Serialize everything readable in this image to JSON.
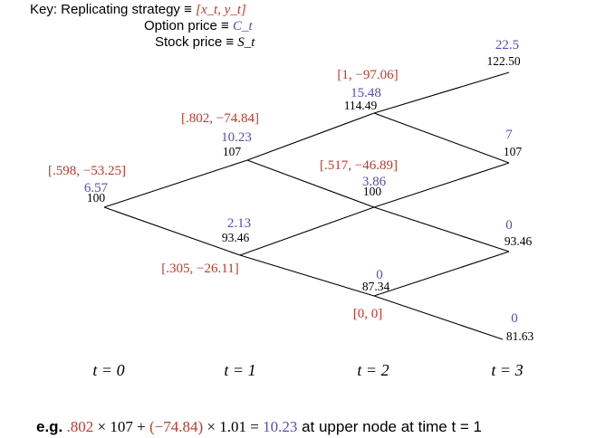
{
  "colors": {
    "strategy": "#c0392b",
    "option": "#5b4bb0",
    "stock": "#000000",
    "edge": "#000000"
  },
  "key": {
    "line1_label": "Key: Replicating strategy ≡ ",
    "line1_value": "[x_t, y_t]",
    "line2_label": "Option price ≡ ",
    "line2_value": "C_t",
    "line3_label": "Stock price ≡ ",
    "line3_value": "S_t"
  },
  "nodes": [
    {
      "id": "n0",
      "t": 0,
      "strategy": "[.598, −53.25]",
      "option": "6.57",
      "stock": "100"
    },
    {
      "id": "n1u",
      "t": 1,
      "strategy": "[.802, −74.84]",
      "option": "10.23",
      "stock": "107"
    },
    {
      "id": "n1d",
      "t": 1,
      "strategy": "[.305, −26.11]",
      "option": "2.13",
      "stock": "93.46"
    },
    {
      "id": "n2uu",
      "t": 2,
      "strategy": "[1, −97.06]",
      "option": "15.48",
      "stock": "114.49"
    },
    {
      "id": "n2ud",
      "t": 2,
      "strategy": "[.517, −46.89]",
      "option": "3.86",
      "stock": "100"
    },
    {
      "id": "n2dd",
      "t": 2,
      "strategy": "[0, 0]",
      "option": "0",
      "stock": "87.34"
    },
    {
      "id": "n3a",
      "t": 3,
      "strategy": "",
      "option": "22.5",
      "stock": "122.50"
    },
    {
      "id": "n3b",
      "t": 3,
      "strategy": "",
      "option": "7",
      "stock": "107"
    },
    {
      "id": "n3c",
      "t": 3,
      "strategy": "",
      "option": "0",
      "stock": "93.46"
    },
    {
      "id": "n3d",
      "t": 3,
      "strategy": "",
      "option": "0",
      "stock": "81.63"
    }
  ],
  "edges": [
    [
      "n0",
      "n1u"
    ],
    [
      "n0",
      "n1d"
    ],
    [
      "n1u",
      "n2uu"
    ],
    [
      "n1u",
      "n2ud"
    ],
    [
      "n1d",
      "n2ud"
    ],
    [
      "n1d",
      "n2dd"
    ],
    [
      "n2uu",
      "n3a"
    ],
    [
      "n2uu",
      "n3b"
    ],
    [
      "n2ud",
      "n3b"
    ],
    [
      "n2ud",
      "n3c"
    ],
    [
      "n2dd",
      "n3c"
    ],
    [
      "n2dd",
      "n3d"
    ]
  ],
  "time_labels": [
    "t = 0",
    "t = 1",
    "t = 2",
    "t = 3"
  ],
  "example": {
    "prefix": "e.g.",
    "term1": ".802",
    "mid1": " × 107 + ",
    "term2": "(−74.84)",
    "mid2": " × 1.01 = ",
    "result": "10.23",
    "suffix": " at upper node at time t = 1"
  }
}
